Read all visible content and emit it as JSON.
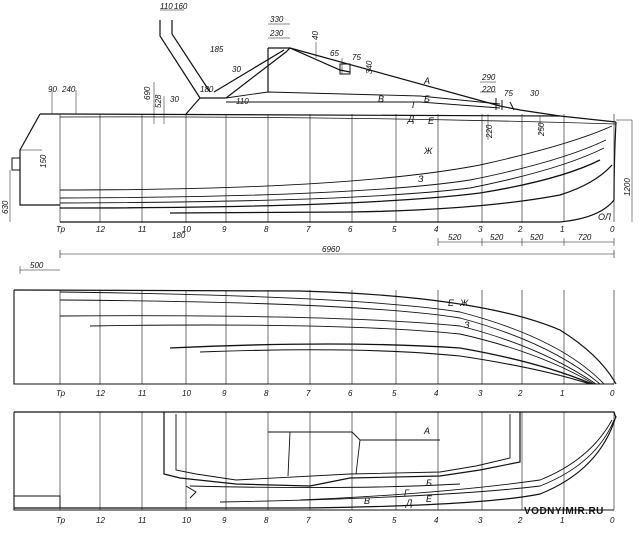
{
  "stations": [
    "Тр",
    "12",
    "11",
    "10",
    "9",
    "8",
    "7",
    "6",
    "5",
    "4",
    "3",
    "2",
    "1",
    "0"
  ],
  "station_x": [
    60,
    100,
    142,
    186,
    226,
    268,
    310,
    352,
    396,
    438,
    482,
    522,
    564,
    614
  ],
  "dimensions_top": [
    "110",
    "160",
    "185",
    "30",
    "690",
    "528",
    "30",
    "180",
    "110",
    "330",
    "230",
    "40",
    "65",
    "75",
    "340",
    "290",
    "220",
    "75",
    "30",
    "220",
    "250",
    "90",
    "240"
  ],
  "dimensions_side": [
    "150",
    "630",
    "1200"
  ],
  "dimensions_bottom": [
    "180",
    "520",
    "520",
    "520",
    "520",
    "720",
    "6960",
    "500"
  ],
  "baseline_label": "ОЛ",
  "line_labels_profile": [
    "А",
    "Б",
    "В",
    "Г",
    "Д",
    "Е",
    "Ж",
    "З"
  ],
  "line_labels_plan": [
    "Е",
    "Ж",
    "З"
  ],
  "line_labels_deck": [
    "А",
    "Б",
    "В",
    "Г",
    "Д",
    "Е"
  ],
  "watermark": "VODNYIMIR.RU",
  "colors": {
    "line": "#111111",
    "paper": "#ffffff"
  }
}
